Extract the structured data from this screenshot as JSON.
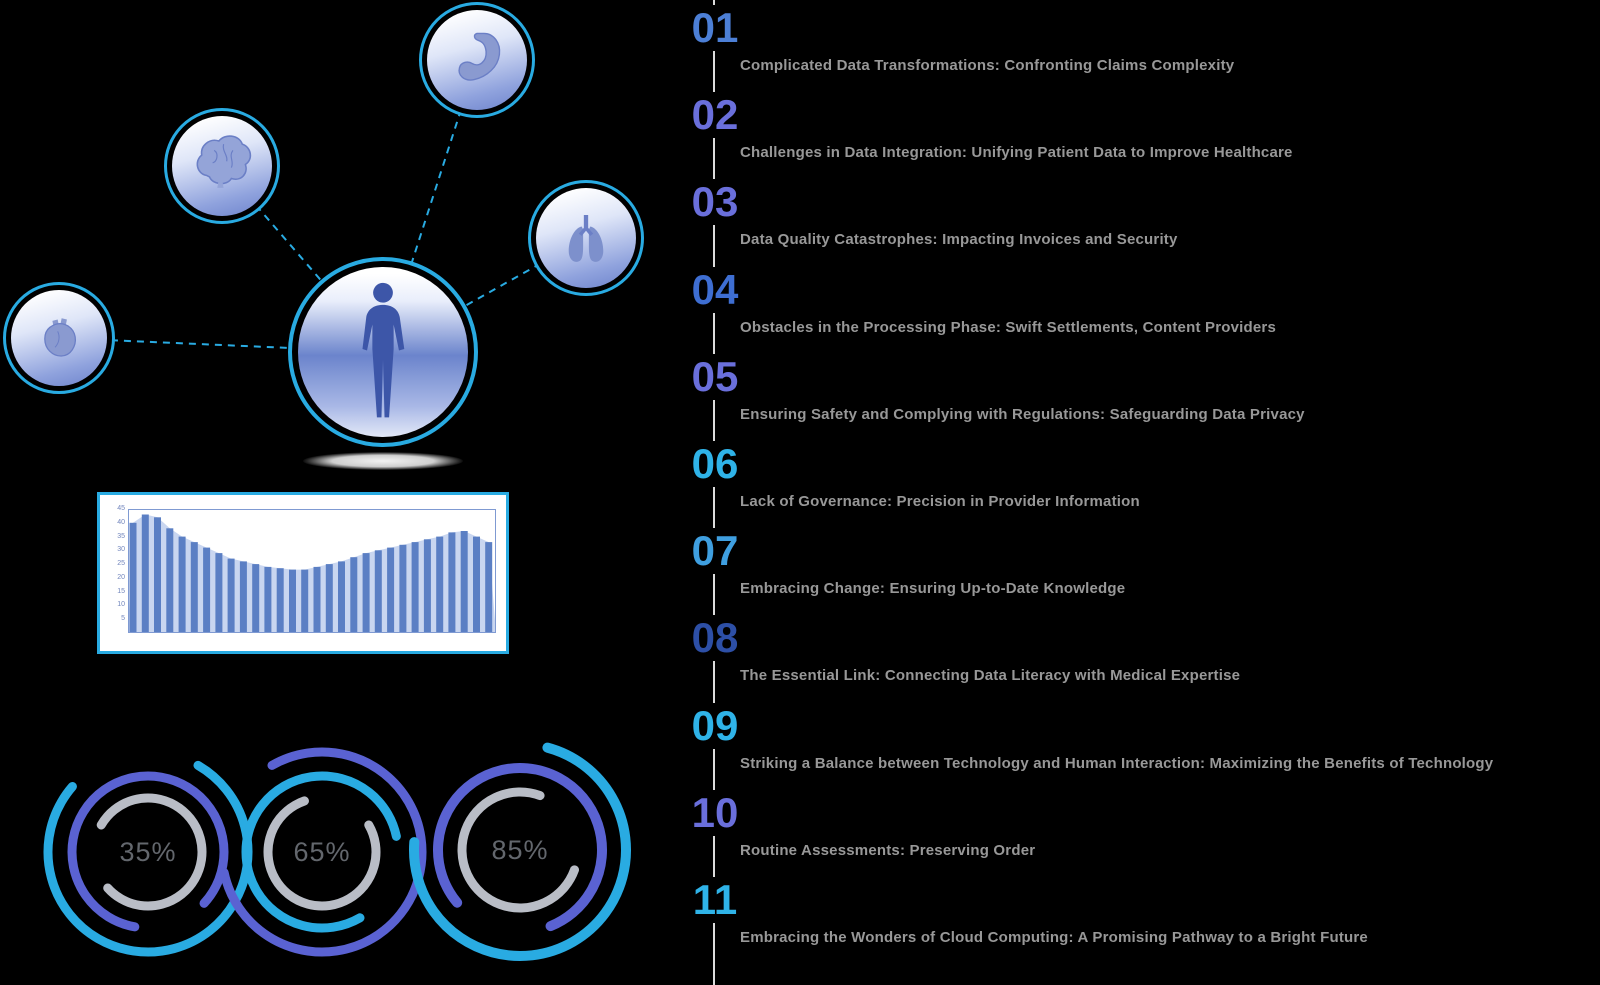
{
  "palette": {
    "accent_cyan": "#29ABE2",
    "accent_indigo": "#6a6fdb",
    "bar_blue": "#5b7fc4",
    "area_blue": "#c9d6f0",
    "axis_line_gray": "#dcdcdc",
    "title_gray": "#989898",
    "percent_gray": "#63676d"
  },
  "anatomy": {
    "center_icon": "human-body-icon",
    "organ_icons": [
      "stomach-icon",
      "brain-icon",
      "lungs-icon",
      "heart-icon"
    ]
  },
  "rings": [
    {
      "percent": "35%",
      "arcs": [
        {
          "r": 100,
          "w": 9,
          "color": "#29ABE2",
          "frac": 0.78,
          "rot": -60
        },
        {
          "r": 76,
          "w": 9,
          "color": "#5a62d2",
          "frac": 0.84,
          "rot": 100
        },
        {
          "r": 54,
          "w": 9,
          "color": "#b9bdc6",
          "frac": 0.8,
          "rot": -150
        }
      ]
    },
    {
      "percent": "65%",
      "arcs": [
        {
          "r": 100,
          "w": 9,
          "color": "#5a62d2",
          "frac": 0.8,
          "rot": -120
        },
        {
          "r": 76,
          "w": 9,
          "color": "#29ABE2",
          "frac": 0.8,
          "rot": 60
        },
        {
          "r": 54,
          "w": 9,
          "color": "#b9bdc6",
          "frac": 0.78,
          "rot": -30
        }
      ]
    },
    {
      "percent": "85%",
      "arcs": [
        {
          "r": 106,
          "w": 10,
          "color": "#29ABE2",
          "frac": 0.72,
          "rot": -75
        },
        {
          "r": 82,
          "w": 10,
          "color": "#5a62d2",
          "frac": 0.8,
          "rot": 140
        },
        {
          "r": 58,
          "w": 9,
          "color": "#b9bdc6",
          "frac": 0.75,
          "rot": 20
        }
      ]
    }
  ],
  "timeline": {
    "items": [
      {
        "number": "01",
        "color": "#4c7fd6",
        "title": "Complicated Data Transformations: Confronting Claims Complexity"
      },
      {
        "number": "02",
        "color": "#6a6fdb",
        "title": "Challenges in Data Integration: Unifying Patient Data to Improve Healthcare"
      },
      {
        "number": "03",
        "color": "#6a6fdb",
        "title": "Data Quality Catastrophes: Impacting Invoices and Security"
      },
      {
        "number": "04",
        "color": "#3e6ed2",
        "title": "Obstacles in the Processing Phase: Swift Settlements, Content Providers"
      },
      {
        "number": "05",
        "color": "#6a6fdb",
        "title": "Ensuring Safety and Complying with Regulations: Safeguarding Data Privacy"
      },
      {
        "number": "06",
        "color": "#2fb3e8",
        "title": "Lack of Governance: Precision in Provider Information"
      },
      {
        "number": "07",
        "color": "#3f9fe0",
        "title": "Embracing Change: Ensuring Up-to-Date Knowledge"
      },
      {
        "number": "08",
        "color": "#2d4fa6",
        "title": "The Essential Link: Connecting Data Literacy with Medical Expertise"
      },
      {
        "number": "09",
        "color": "#2fb3e8",
        "title": "Striking a Balance between Technology and Human Interaction: Maximizing the Benefits of Technology"
      },
      {
        "number": "10",
        "color": "#6a6fdb",
        "title": "Routine Assessments: Preserving Order"
      },
      {
        "number": "11",
        "color": "#2fb3e8",
        "title": "Embracing the Wonders of Cloud Computing: A Promising Pathway to a Bright Future"
      }
    ]
  },
  "chart_data": {
    "type": "bar",
    "title": "",
    "xlabel": "",
    "ylabel": "",
    "ylim": [
      0,
      45
    ],
    "yticks": [
      45,
      40,
      35,
      30,
      25,
      20,
      15,
      10,
      5
    ],
    "grid": false,
    "values": [
      40,
      43,
      42,
      38,
      35,
      33,
      31,
      29,
      27,
      26,
      25,
      24,
      23.5,
      23,
      23,
      24,
      25,
      26,
      27.5,
      29,
      30,
      31,
      32,
      33,
      34,
      35,
      36.5,
      37,
      35,
      33
    ],
    "bar_color": "#5b7fc4",
    "area_color": "#c9d6f0"
  }
}
